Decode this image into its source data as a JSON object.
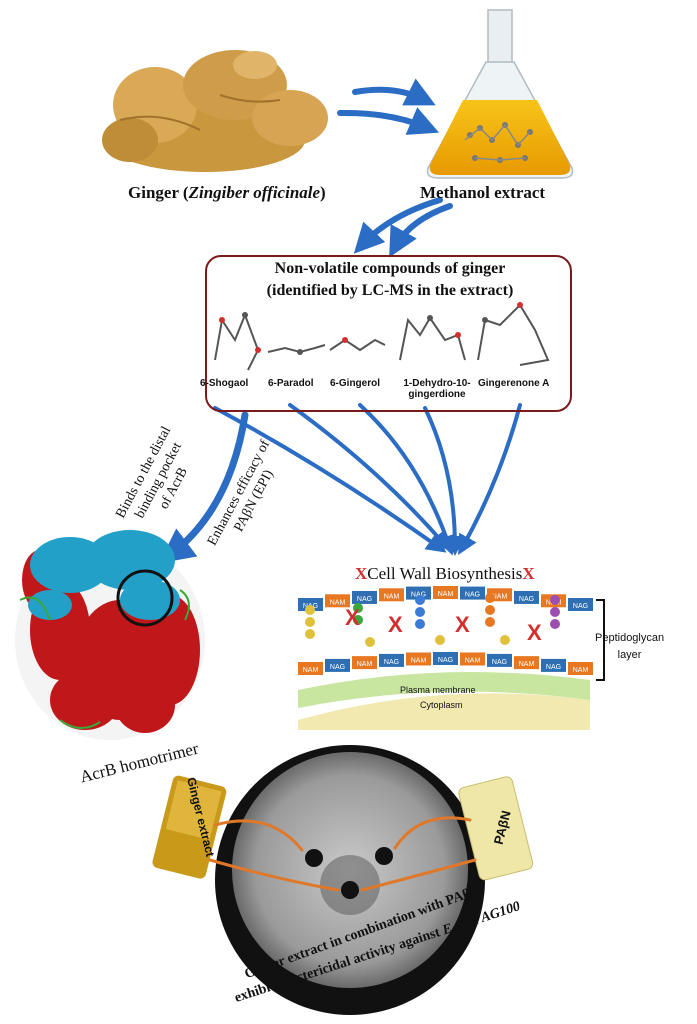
{
  "labels": {
    "ginger_prefix": "Ginger (",
    "ginger_species": "Zingiber officinale",
    "ginger_suffix": ")",
    "methanol": "Methanol extract",
    "box_title_1": "Non-volatile compounds of ginger",
    "box_title_2": "(identified by LC-MS in the extract)",
    "cell_wall": "Cell Wall Biosynthesis",
    "peptidoglycan_1": "Peptidoglycan",
    "peptidoglycan_2": "layer",
    "plasma_membrane": "Plasma membrane",
    "cytoplasm": "Cytoplasm",
    "acrb_label": "AcrB homotrimer",
    "binds_1": "Binds to the distal",
    "binds_2": "binding pocket",
    "binds_3": "of AcrB",
    "enhances_1": "Enhances efficacy of",
    "enhances_2": "PAβN (EPI)",
    "vial_left": "Ginger extract",
    "vial_right": "PAβN",
    "plate_1": "Ginger extract in combination with PAβN",
    "plate_2": "exhibits bactericidal activity against",
    "plate_3": "E. coli AG100",
    "cross": "X"
  },
  "compounds": [
    "6-Shogaol",
    "6-Paradol",
    "6-Gingerol",
    "1-Dehydro-10-",
    "gingerdione",
    "Gingerenone A"
  ],
  "membrane": {
    "top_units": [
      "NAG",
      "NAM",
      "NAG",
      "NAM",
      "NAG",
      "NAM",
      "NAG",
      "NAM",
      "NAG",
      "NAM",
      "NAG"
    ],
    "bottom_units": [
      "NAM",
      "NAG",
      "NAM",
      "NAG",
      "NAM",
      "NAG",
      "NAM",
      "NAG",
      "NAM",
      "NAG",
      "NAM"
    ]
  },
  "colors": {
    "arrow_blue": "#2b6cc4",
    "box_border": "#7a1a1a",
    "nag": "#2e6fb3",
    "nam": "#e87722",
    "cross_red": "#d32f2f",
    "extract_yellow": "#f4b400",
    "ginger": "#c8973e",
    "protein_red": "#c0181a",
    "protein_cyan": "#23a0c8"
  }
}
